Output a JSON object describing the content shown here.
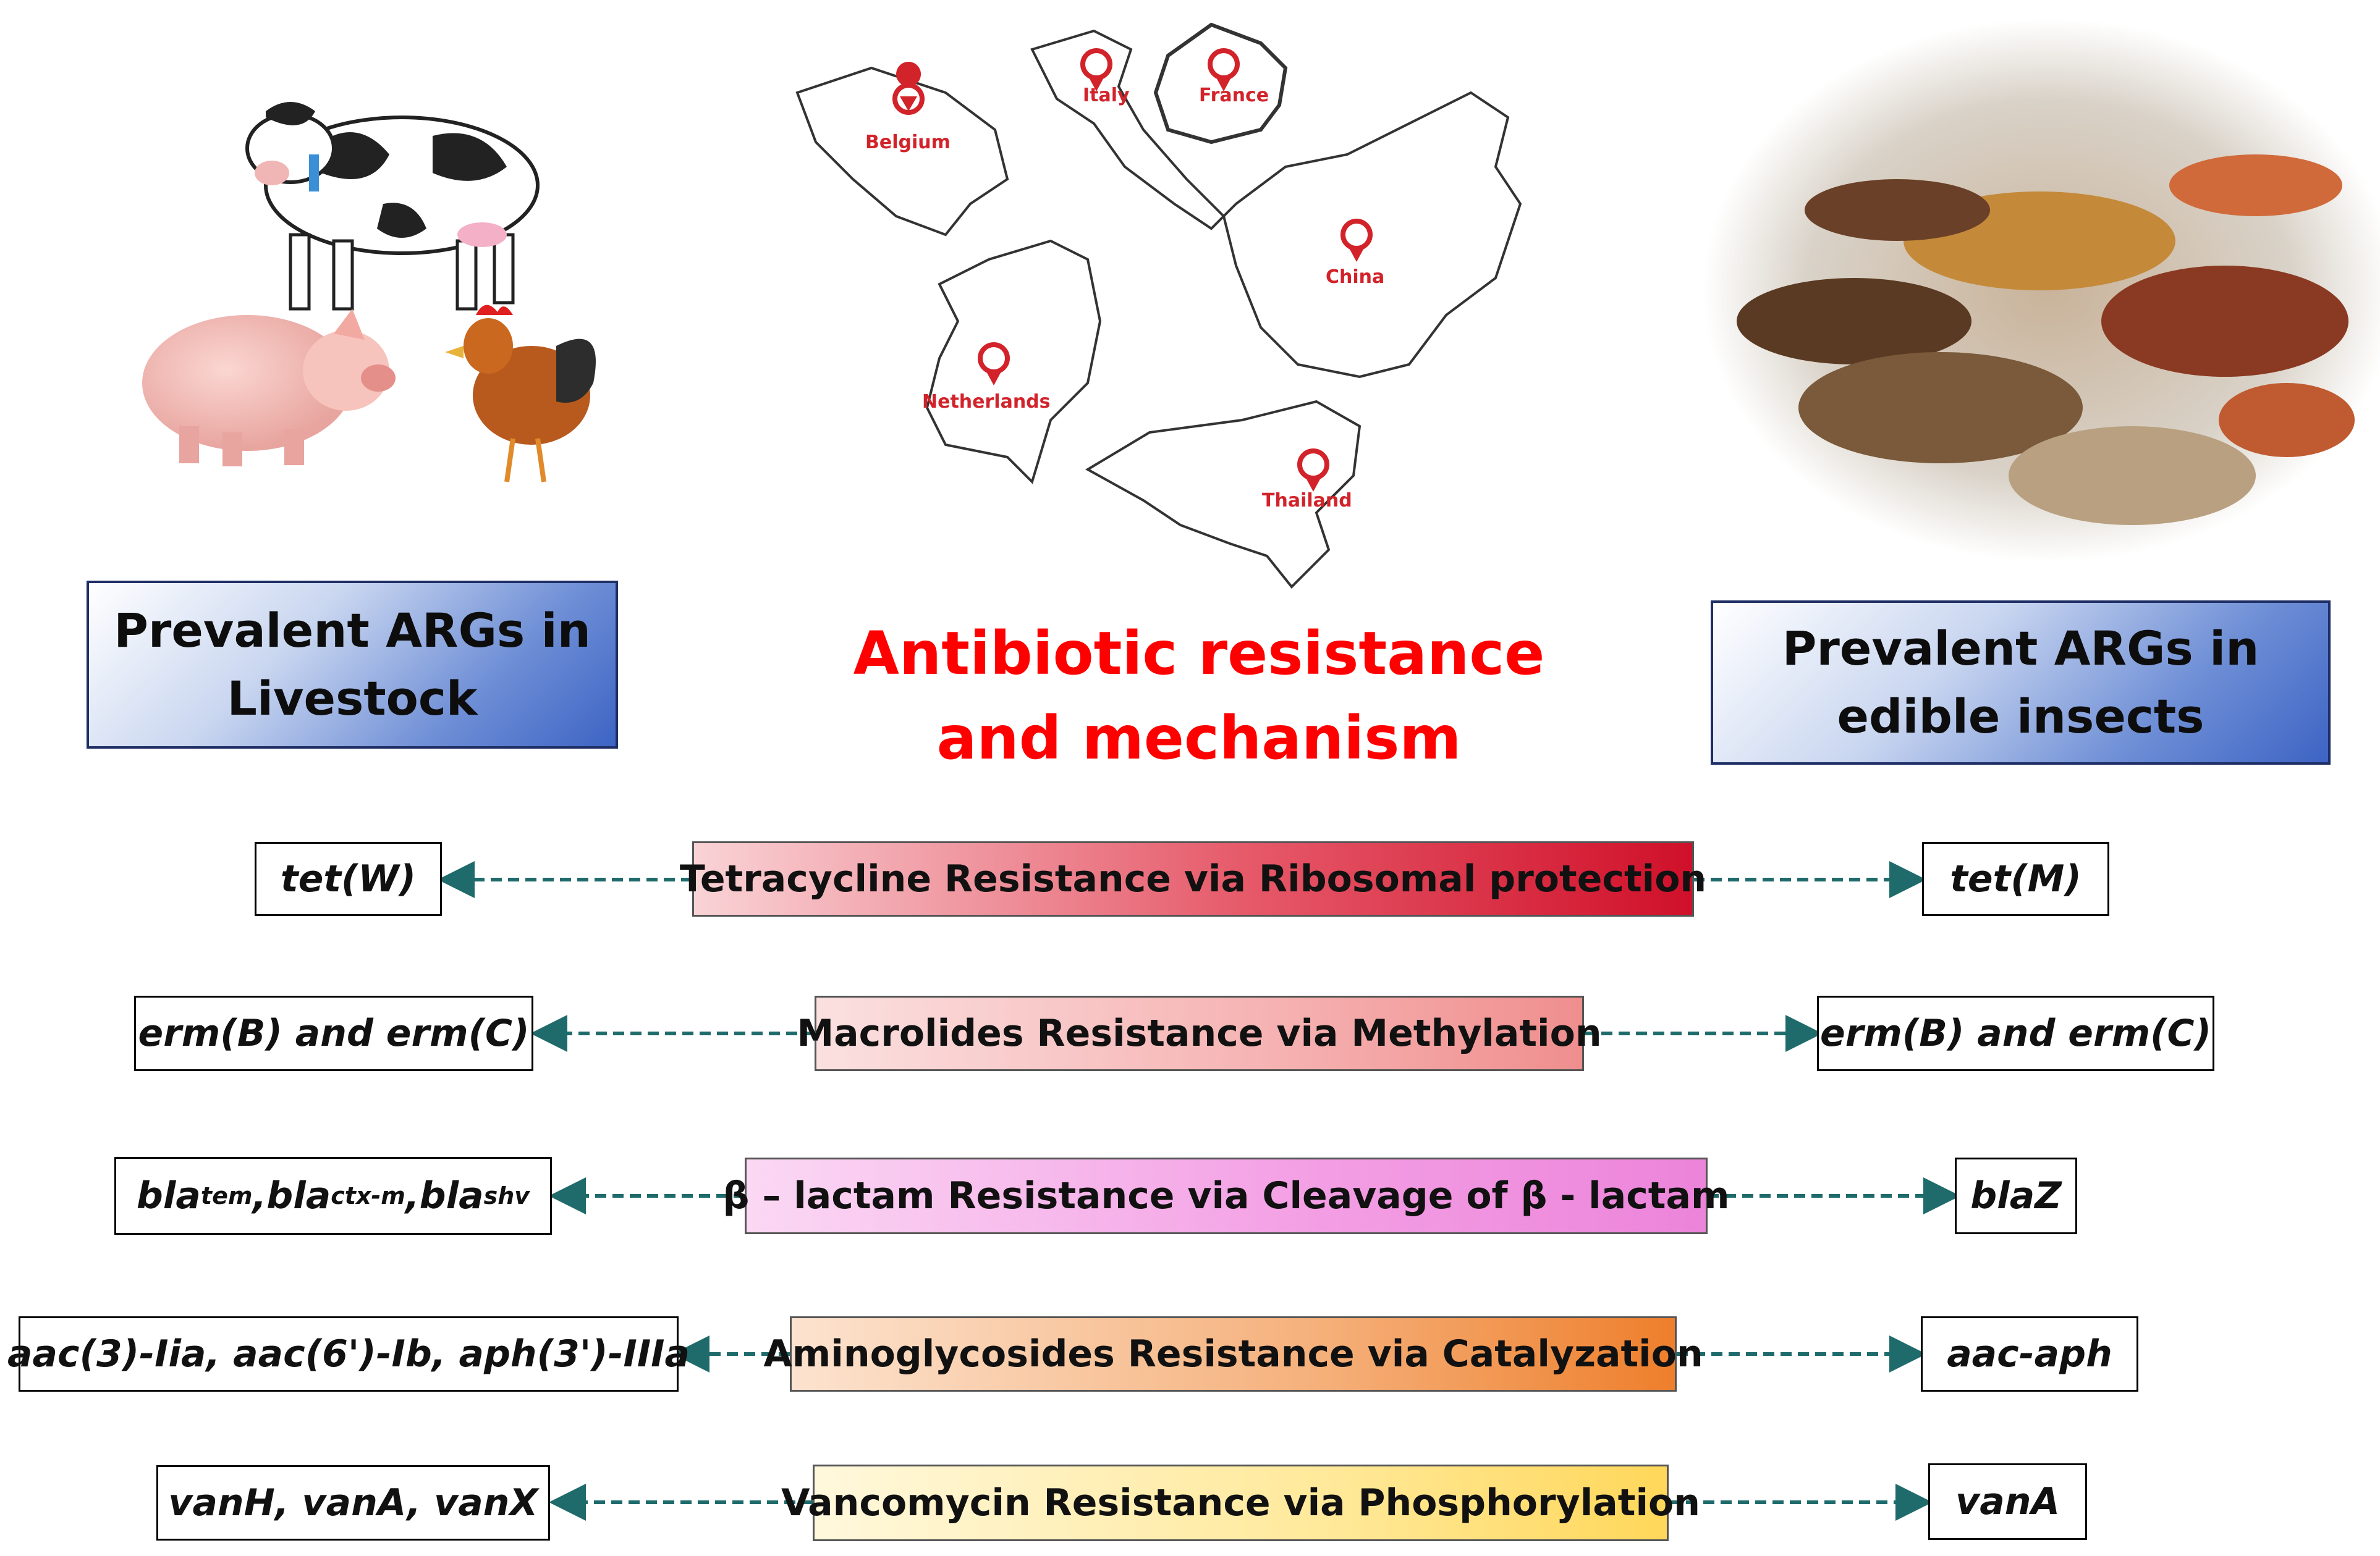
{
  "headers": {
    "left": [
      "Prevalent ARGs in",
      "Livestock"
    ],
    "right": [
      "Prevalent ARGs in",
      "edible insects"
    ],
    "center": [
      "Antibiotic resistance",
      "and mechanism"
    ]
  },
  "countries": [
    "Belgium",
    "Italy",
    "France",
    "China",
    "Netherlands",
    "Thailand"
  ],
  "rows": [
    {
      "mechanism": "Tetracycline Resistance via Ribosomal protection",
      "livestock": "tet(W)",
      "insects": "tet(M)"
    },
    {
      "mechanism": "Macrolides Resistance via Methylation",
      "livestock": "erm(B) and erm(C)",
      "insects": "erm(B) and erm(C)"
    },
    {
      "mechanism": "β – lactam Resistance via Cleavage of β - lactam",
      "livestock_parts": {
        "b1": "bla",
        "s1": "tem",
        "b2": ",bla",
        "s2": "ctx-m",
        "b3": " ,bla",
        "s3": "shv"
      },
      "insects": "blaZ"
    },
    {
      "mechanism": "Aminoglycosides Resistance via Catalyzation",
      "livestock": "aac(3)-Iia, aac(6')-Ib, aph(3')-IIIa",
      "insects": "aac-aph"
    },
    {
      "mechanism": "Vancomycin Resistance via Phosphorylation",
      "livestock": "vanH, vanA, vanX",
      "insects": "vanA"
    }
  ],
  "colors": {
    "title": "#ff0000",
    "arrow": "#1f6b6b",
    "pin": "#d2232a",
    "header_blue": "#3d64c4"
  },
  "icons": [
    "cow-icon",
    "pig-icon",
    "chicken-icon",
    "map-pin-icon",
    "edible-insects-photo"
  ]
}
